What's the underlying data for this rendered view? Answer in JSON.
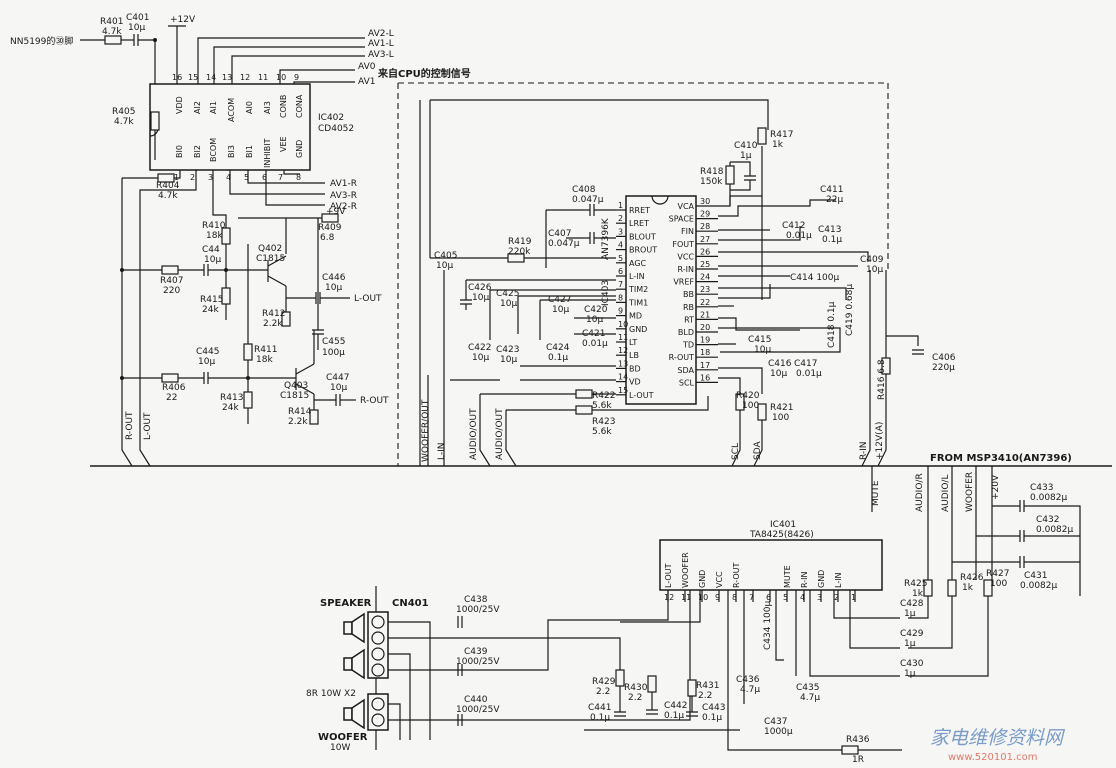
{
  "inputs": {
    "source_label": "NN5199的㉚脚",
    "supply_12v": "+12V",
    "supply_9v": "+9V",
    "av_lines": [
      "AV2-L",
      "AV1-L",
      "AV3-L",
      "AV0",
      "AV1"
    ],
    "av_r_lines": [
      "AV1-R",
      "AV3-R",
      "AV2-R"
    ],
    "cpu_note": "来自CPU的控制信号"
  },
  "ic402": {
    "name": "IC402",
    "part": "CD4052",
    "top_pins": [
      {
        "num": "16",
        "name": "VDD"
      },
      {
        "num": "15",
        "name": "AI2"
      },
      {
        "num": "14",
        "name": "AI1"
      },
      {
        "num": "13",
        "name": "ACOM"
      },
      {
        "num": "12",
        "name": "AI0"
      },
      {
        "num": "11",
        "name": "AI3"
      },
      {
        "num": "10",
        "name": "CONB"
      },
      {
        "num": "9",
        "name": "CONA"
      }
    ],
    "bottom_pins": [
      {
        "num": "1",
        "name": "BI0"
      },
      {
        "num": "2",
        "name": "BI2"
      },
      {
        "num": "3",
        "name": "BCOM"
      },
      {
        "num": "4",
        "name": "BI3"
      },
      {
        "num": "5",
        "name": "BI1"
      },
      {
        "num": "6",
        "name": "INHIBIT"
      },
      {
        "num": "7",
        "name": "VEE"
      },
      {
        "num": "8",
        "name": "GND"
      }
    ]
  },
  "ic403": {
    "name": "IC403",
    "part": "AN7396K",
    "left_pins": [
      {
        "num": "1",
        "name": "RRET"
      },
      {
        "num": "2",
        "name": "LRET"
      },
      {
        "num": "3",
        "name": "BLOUT"
      },
      {
        "num": "4",
        "name": "BROUT"
      },
      {
        "num": "5",
        "name": "AGC"
      },
      {
        "num": "6",
        "name": "L-IN"
      },
      {
        "num": "7",
        "name": "TIM2"
      },
      {
        "num": "8",
        "name": "TIM1"
      },
      {
        "num": "9",
        "name": "MD"
      },
      {
        "num": "10",
        "name": "GND"
      },
      {
        "num": "11",
        "name": "LT"
      },
      {
        "num": "12",
        "name": "LB"
      },
      {
        "num": "13",
        "name": "BD"
      },
      {
        "num": "14",
        "name": "VD"
      },
      {
        "num": "15",
        "name": "L-OUT"
      }
    ],
    "right_pins": [
      {
        "num": "30",
        "name": "VCA"
      },
      {
        "num": "29",
        "name": "SPACE"
      },
      {
        "num": "28",
        "name": "FIN"
      },
      {
        "num": "27",
        "name": "FOUT"
      },
      {
        "num": "26",
        "name": "VCC"
      },
      {
        "num": "25",
        "name": "R-IN"
      },
      {
        "num": "24",
        "name": "VREF"
      },
      {
        "num": "23",
        "name": "BB"
      },
      {
        "num": "22",
        "name": "RB"
      },
      {
        "num": "21",
        "name": "RT"
      },
      {
        "num": "20",
        "name": "BLD"
      },
      {
        "num": "19",
        "name": "TD"
      },
      {
        "num": "18",
        "name": "R-OUT"
      },
      {
        "num": "17",
        "name": "SDA"
      },
      {
        "num": "16",
        "name": "SCL"
      }
    ]
  },
  "ic401": {
    "name": "IC401",
    "part": "TA8425(8426)",
    "pins": [
      {
        "num": "12",
        "name": "L-OUT"
      },
      {
        "num": "11",
        "name": "WOOFER"
      },
      {
        "num": "10",
        "name": "GND"
      },
      {
        "num": "9",
        "name": "VCC"
      },
      {
        "num": "8",
        "name": "R-OUT"
      },
      {
        "num": "7",
        "name": ""
      },
      {
        "num": "6",
        "name": ""
      },
      {
        "num": "5",
        "name": "MUTE"
      },
      {
        "num": "4",
        "name": "R-IN"
      },
      {
        "num": "3",
        "name": "GND"
      },
      {
        "num": "2",
        "name": "L-IN"
      },
      {
        "num": "1",
        "name": ""
      }
    ]
  },
  "transistors": [
    {
      "ref": "Q402",
      "part": "C1815"
    },
    {
      "ref": "Q403",
      "part": "C1815"
    }
  ],
  "components": {
    "R401": "R401\n4.7k",
    "C401": "C401\n10μ",
    "R405": "R405\n4.7k",
    "R404": "R404\n4.7k",
    "R410": "R410\n18k",
    "R409": "R409\n6.8",
    "C44": "C44\n10μ",
    "R407": "R407\n220",
    "R415": "R415\n24k",
    "R412": "R412\n2.2k",
    "C446": "C446\n10μ",
    "C455": "C455\n100μ",
    "R411": "R411\n18k",
    "C445": "C445\n10μ",
    "R406": "R406\n22",
    "R413": "R413\n24k",
    "C447": "C447\n10μ",
    "R414": "R414\n2.2k",
    "C405": "C405\n10μ",
    "C408": "C408\n0.047μ",
    "C407": "C407\n0.047μ",
    "R419": "R419\n220k",
    "C426": "C426\n10μ",
    "C425": "C425\n10μ",
    "C427": "C427\n10μ",
    "C420": "C420\n10μ",
    "C421": "C421\n0.01μ",
    "C422": "C422\n10μ",
    "C423": "C423\n10μ",
    "C424": "C424\n0.1μ",
    "R422": "R422\n5.6k",
    "R423": "R423\n5.6k",
    "C410": "C410\n1μ",
    "R417": "R417\n1k",
    "R418": "R418\n150k",
    "C411": "C411\n22μ",
    "C412": "C412\n0.01μ",
    "C413": "C413\n0.1μ",
    "C409": "C409\n10μ",
    "C414": "C414 100μ",
    "C419": "C419 0.68μ",
    "C418": "C418 0.1μ",
    "C415": "C415\n10μ",
    "C416": "C416\n10μ",
    "C417": "C417\n0.01μ",
    "R416": "R416 6.8",
    "C406": "C406\n220μ",
    "R420": "R420\n100",
    "R421": "R421\n100",
    "C433": "C433\n0.0082μ",
    "C432": "C432\n0.0082μ",
    "C431": "C431\n0.0082μ",
    "R425": "R425\n1k",
    "R426": "R426\n1k",
    "R427": "R427\n100",
    "C428": "C428\n1μ",
    "C429": "C429\n1μ",
    "C430": "C430\n1μ",
    "C438": "C438\n1000/25V",
    "C439": "C439\n1000/25V",
    "C440": "C440\n1000/25V",
    "R429": "R429\n2.2",
    "R430": "R430\n2.2",
    "R431": "R431\n2.2",
    "C441": "C441\n0.1μ",
    "C442": "C442\n0.1μ",
    "C443": "C443\n0.1μ",
    "C434": "C434 100μ",
    "C436": "C436\n4.7μ",
    "C435": "C435\n4.7μ",
    "C437": "C437\n1000μ",
    "R436": "R436\n1R"
  },
  "bus_labels": {
    "left": [
      "R-OUT",
      "L-OUT"
    ],
    "mid": [
      "WOOFER/OUT",
      "L-IN",
      "AUDIO/OUT",
      "AUDIO/OUT",
      "SCL",
      "SDA",
      "R-IN",
      "+12V(A)"
    ],
    "from_msp": "FROM MSP3410(AN7396)",
    "lower": [
      "MUTE",
      "AUDIO/R",
      "AUDIO/L",
      "WOOFER",
      "+20V"
    ]
  },
  "outputs": {
    "l_out": "L-OUT",
    "r_out": "R-OUT"
  },
  "connector": {
    "ref": "CN401",
    "speaker_label": "SPEAKER",
    "spec": "8R  10W  X2",
    "woofer_label": "WOOFER",
    "woofer_power": "10W"
  },
  "watermark": {
    "cn": "家电维修资料网",
    "url": "www.520101.com"
  }
}
